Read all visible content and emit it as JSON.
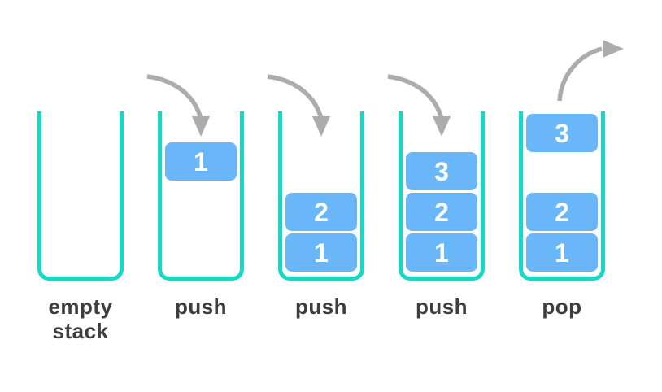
{
  "colors": {
    "background": "#ffffff",
    "container_stroke": "#16d9c5",
    "block_fill": "#69b6f8",
    "block_text": "#ffffff",
    "arrow": "#acacac",
    "label_text": "#3e3e3e"
  },
  "stacks": [
    {
      "label": "empty\nstack",
      "arrow": "none",
      "blocks": []
    },
    {
      "label": "push",
      "arrow": "push",
      "blocks": [
        {
          "value": "1",
          "position": "entering"
        }
      ]
    },
    {
      "label": "push",
      "arrow": "push",
      "blocks": [
        {
          "value": "2",
          "position": "level1"
        },
        {
          "value": "1",
          "position": "level0"
        }
      ]
    },
    {
      "label": "push",
      "arrow": "push",
      "blocks": [
        {
          "value": "3",
          "position": "level2"
        },
        {
          "value": "2",
          "position": "level1"
        },
        {
          "value": "1",
          "position": "level0"
        }
      ]
    },
    {
      "label": "pop",
      "arrow": "pop",
      "blocks": [
        {
          "value": "3",
          "position": "leaving"
        },
        {
          "value": "2",
          "position": "level1"
        },
        {
          "value": "1",
          "position": "level0"
        }
      ]
    }
  ]
}
